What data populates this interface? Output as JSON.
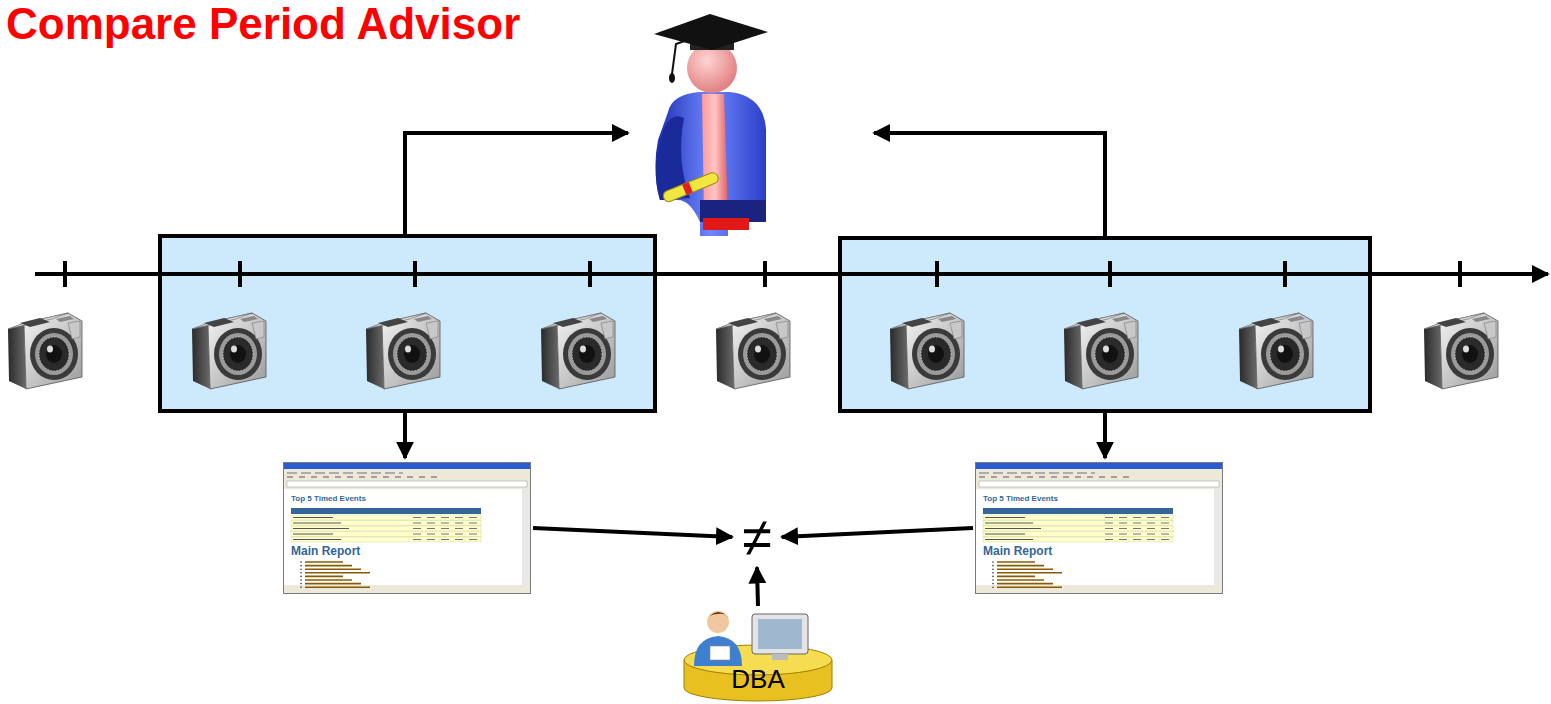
{
  "diagram": {
    "title": "Compare Period Advisor",
    "nodes": [
      {
        "text": [
          "Top 5 Timed Events",
          "Main Report"
        ]
      },
      {
        "text": [
          "≠"
        ]
      },
      {
        "text": [
          "Top 5 Timed Events",
          "Main Report"
        ]
      },
      {
        "text": [
          "DBA"
        ]
      }
    ],
    "edges": [
      {
        "from": 0,
        "to": 1,
        "arrow": "to"
      },
      {
        "from": 2,
        "to": 1,
        "arrow": "to"
      },
      {
        "from": 3,
        "to": 1,
        "arrow": "to"
      }
    ]
  }
}
